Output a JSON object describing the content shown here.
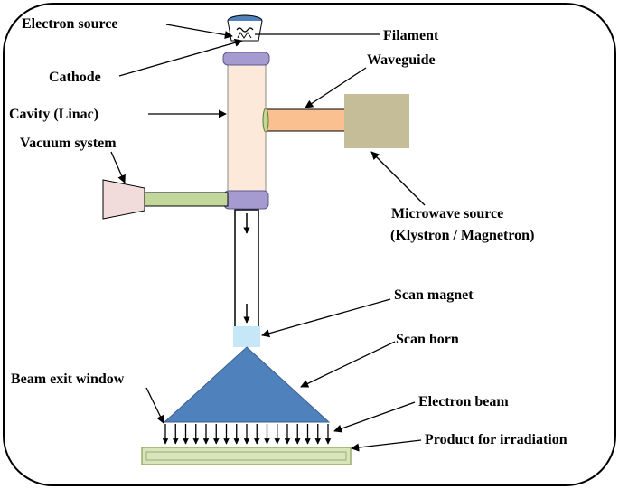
{
  "labels": {
    "electron_source": "Electron source",
    "filament": "Filament",
    "cathode": "Cathode",
    "waveguide": "Waveguide",
    "cavity": "Cavity (Linac)",
    "vacuum_system": "Vacuum system",
    "microwave_source_line1": "Microwave source",
    "microwave_source_line2": "(Klystron / Magnetron)",
    "scan_magnet": "Scan magnet",
    "scan_horn": "Scan horn",
    "beam_exit_window": "Beam exit window",
    "electron_beam": "Electron beam",
    "product": "Product for irradiation"
  },
  "colors": {
    "frame": "#000000",
    "electron_source_cap": "#4f81bd",
    "cavity_fill": "#fde9d9",
    "flange": "#a59bd0",
    "waveguide": "#fac090",
    "waveguide_window": "#c4d79b",
    "microwave_source": "#c4bd97",
    "vacuum_pump": "#f2dcdb",
    "vacuum_pipe": "#c4d79b",
    "scan_magnet": "#c6e7f7",
    "scan_horn": "#4f81bd",
    "product": "#d7e4bc"
  }
}
